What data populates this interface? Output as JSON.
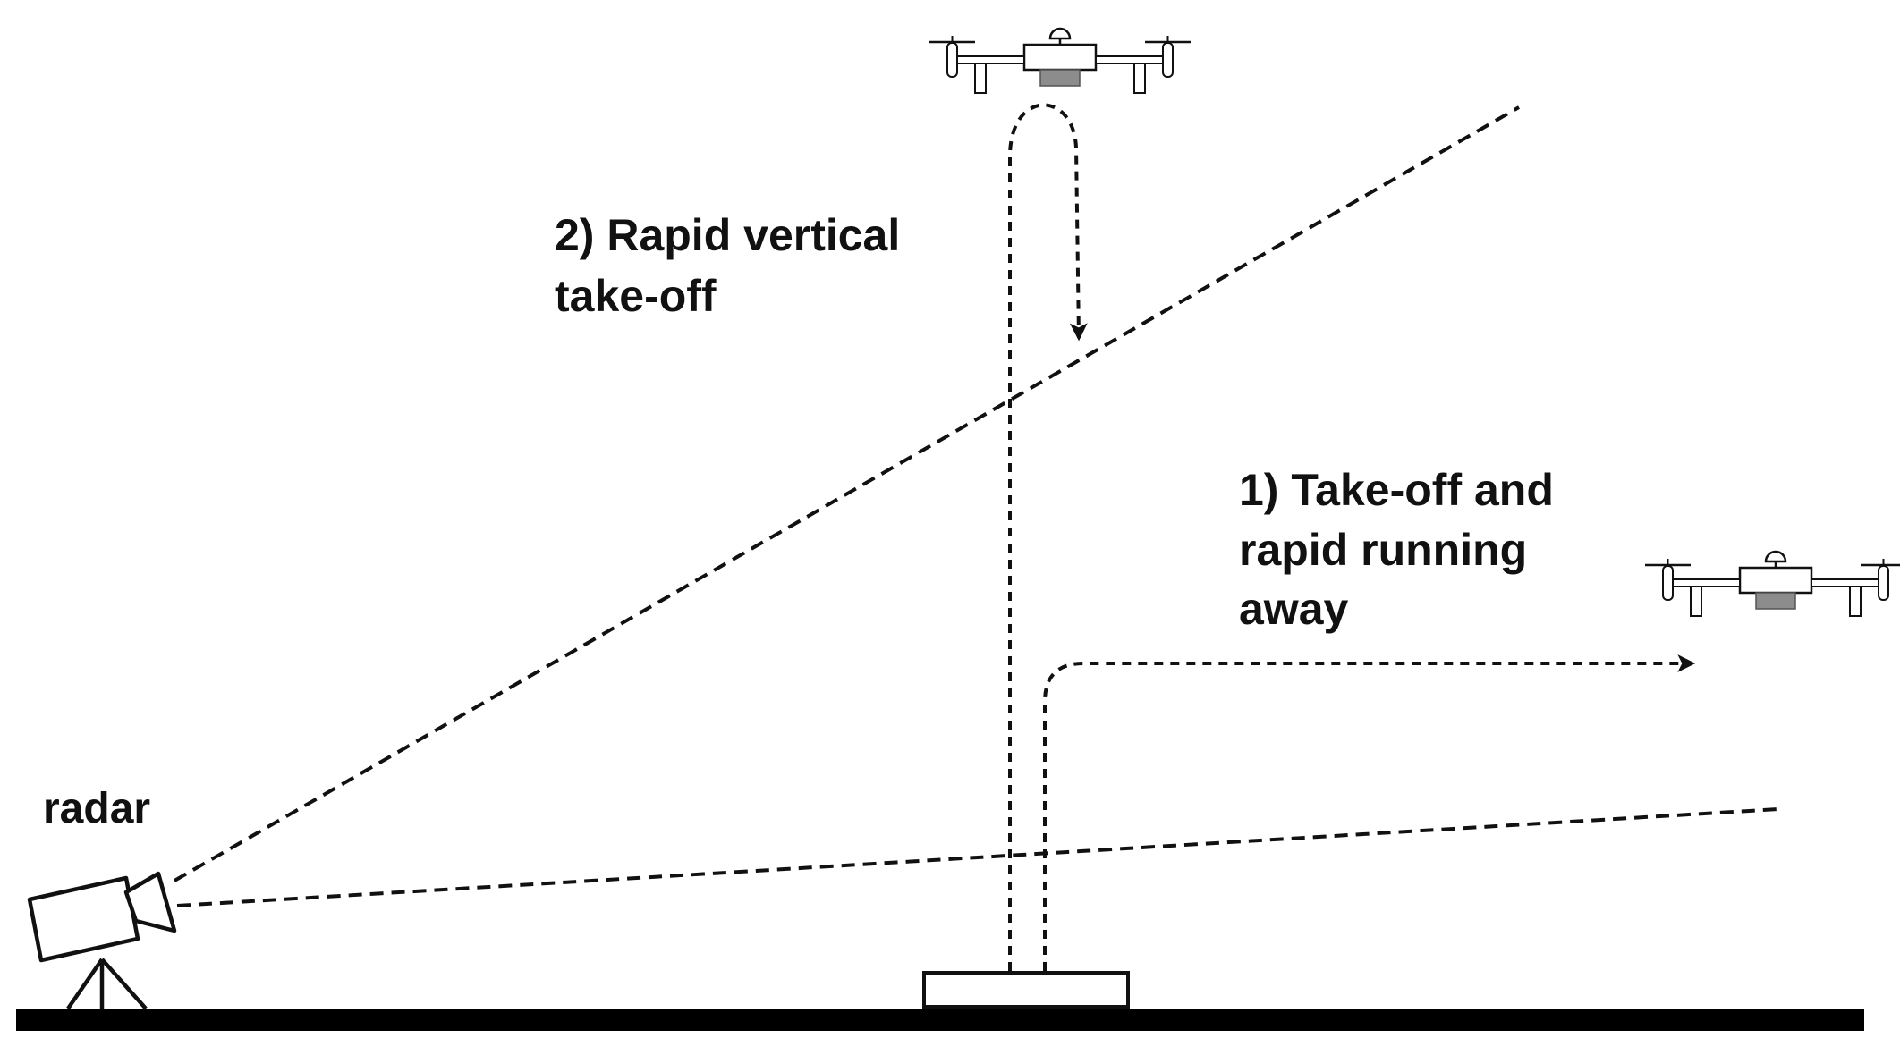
{
  "labels": {
    "radar": "radar",
    "scenario_2_line1": "2) Rapid vertical",
    "scenario_2_line2": "take-off",
    "scenario_1_line1": "1) Take-off and",
    "scenario_1_line2": "rapid running",
    "scenario_1_line3": "away"
  },
  "colors": {
    "stroke": "#111111",
    "ground": "#000000",
    "payload": "#8c8c8c",
    "background": "#ffffff"
  },
  "icons": {
    "radar": "radar-camera-icon",
    "drone": "quadcopter-drone-icon",
    "pad": "launch-pad-icon"
  }
}
